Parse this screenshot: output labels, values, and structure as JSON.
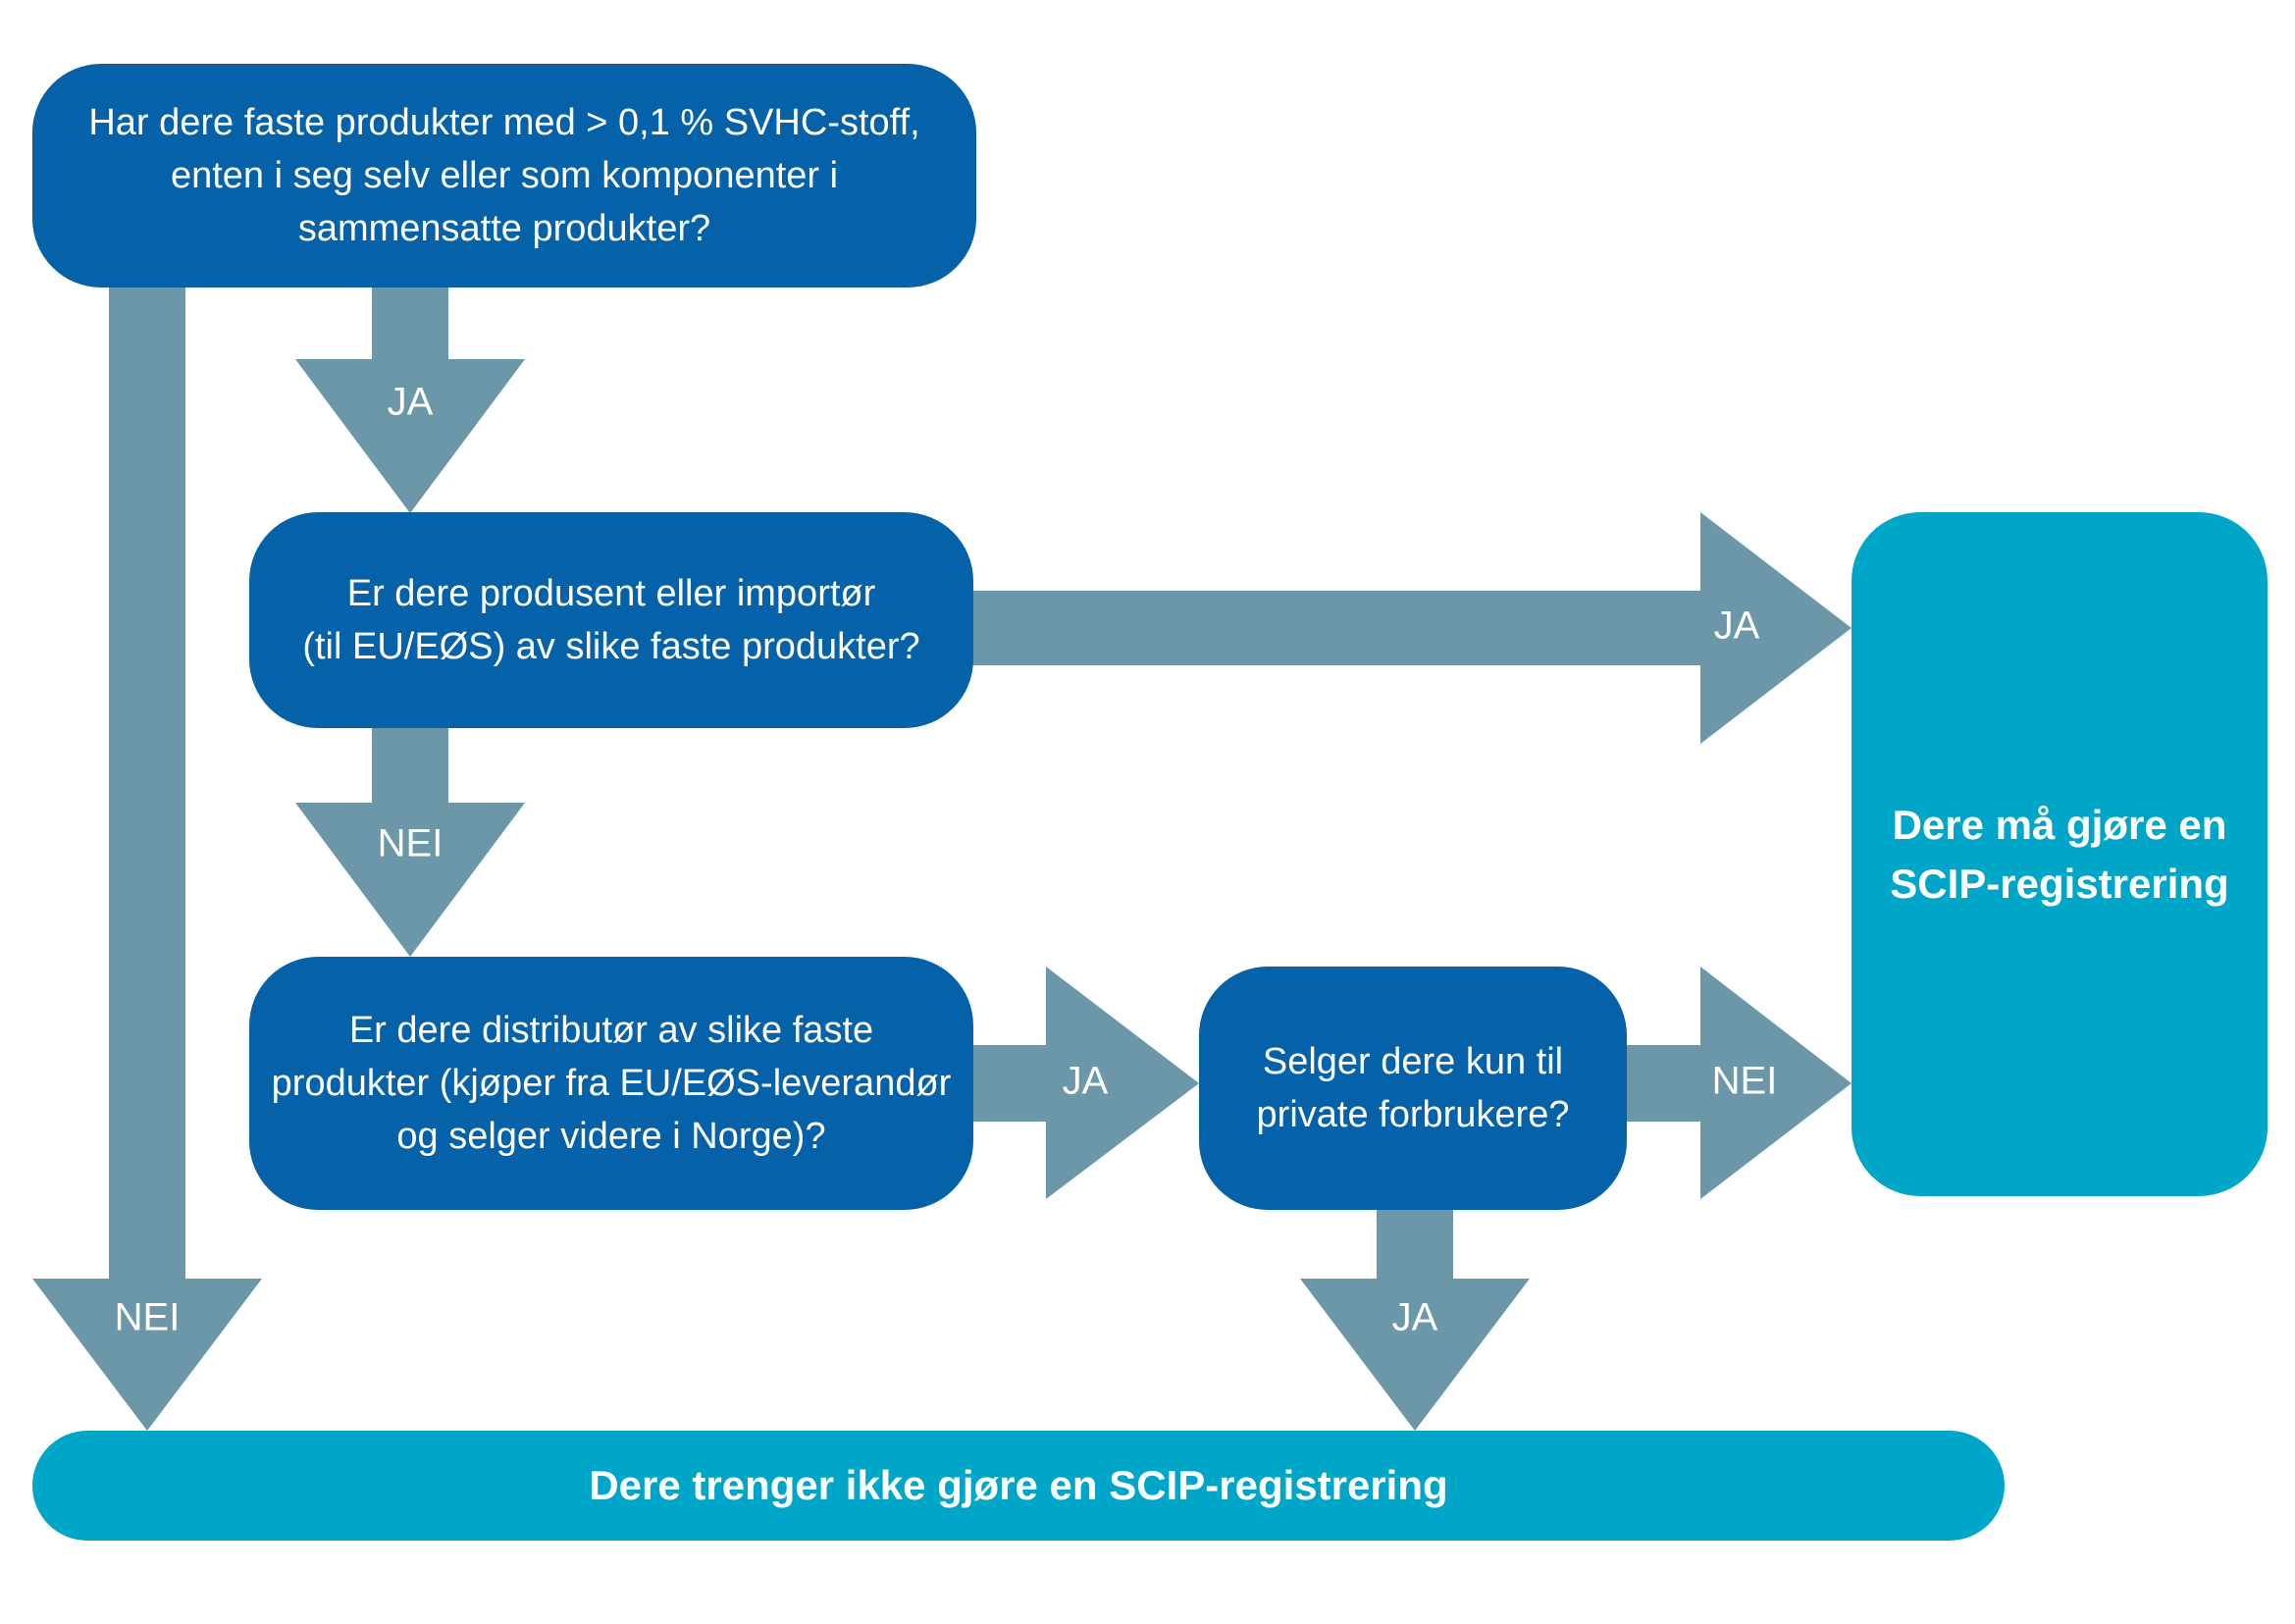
{
  "colors": {
    "question_box": "#0561a8",
    "outcome_box": "#00a6c7",
    "arrow": "#6b97a8",
    "text": "#ffffff"
  },
  "questions": {
    "q1": "Har dere faste produkter med > 0,1 % SVHC-stoff,\nenten i seg selv eller som komponenter i\nsammensatte produkter?",
    "q2": "Er dere produsent eller importør\n(til EU/EØS) av slike faste produkter?",
    "q3": "Er dere distributør av slike faste\nprodukter (kjøper fra EU/EØS-leverandør\nog selger videre i Norge)?",
    "q4": "Selger dere kun til\nprivate forbrukere?"
  },
  "outcomes": {
    "must_register": "Dere må gjøre en\nSCIP-registrering",
    "no_register": "Dere trenger ikke gjøre en SCIP-registrering"
  },
  "arrow_labels": {
    "q1_yes": "JA",
    "q1_no": "NEI",
    "q2_yes": "JA",
    "q2_no": "NEI",
    "q3_yes": "JA",
    "q4_no": "NEI",
    "q4_yes": "JA"
  }
}
